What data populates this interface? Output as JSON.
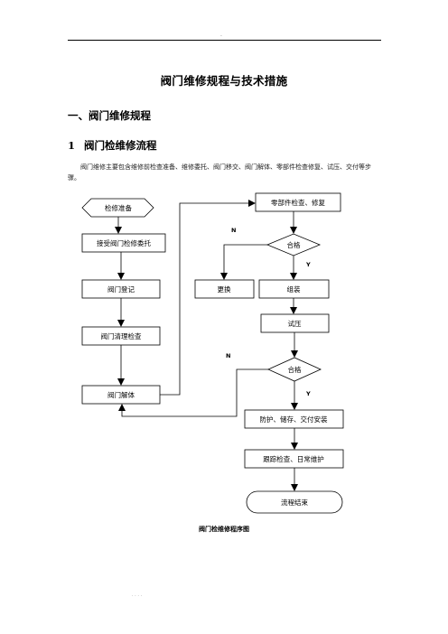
{
  "header": {
    "mark": "."
  },
  "doc_title": "阀门维修规程与技术措施",
  "section1": {
    "heading": "一、阀门维修规程"
  },
  "section1_1": {
    "number": "1",
    "heading": "阀门检维修流程"
  },
  "intro_text": "阀门维修主要包含维修前检查准备、维修委托、阀门移交、阀门解体、零部件检查修复、试压、交付等步骤。",
  "flowchart": {
    "prep": "检修准备",
    "accept": "接受阀门检修委托",
    "register": "阀门登记",
    "clean": "阀门清理检查",
    "disassemble": "阀门解体",
    "parts_check": "零部件检查、修复",
    "decision1": "合格",
    "decision1_no": "N",
    "decision1_yes": "Y",
    "replace": "更换",
    "assemble": "组装",
    "pressure_test": "试压",
    "decision2": "合格",
    "decision2_no": "N",
    "decision2_yes": "Y",
    "protect": "防护、储存、交付安装",
    "track": "跟踪检查、日常维护",
    "end": "流程结束"
  },
  "caption": "阀门检维修程序图",
  "footer": {
    "mark": ". . . ."
  }
}
